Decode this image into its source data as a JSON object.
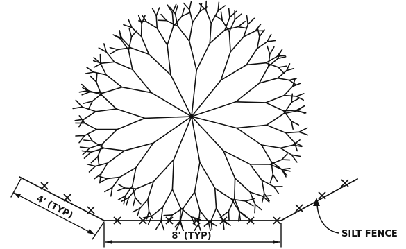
{
  "labels": {
    "side_dimension": "4' (TYP)",
    "post_spacing": "8' (TYP)",
    "fence_callout": "SILT FENCE"
  },
  "colors": {
    "ink": "#111111",
    "background": "#ffffff"
  },
  "symbols": {
    "fence_post": "x-mark",
    "tree": "branching-tree-plan"
  }
}
